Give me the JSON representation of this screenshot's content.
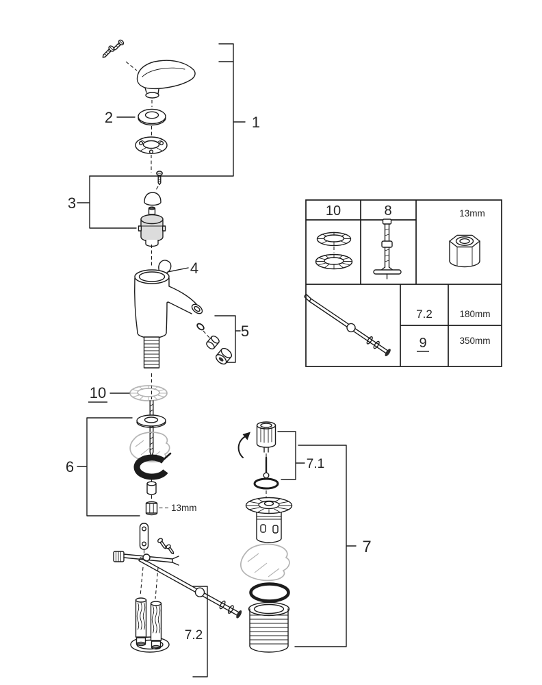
{
  "page": {
    "background": "#ffffff",
    "line_color": "#1c1c1c",
    "ghost_color": "#b4b4b4"
  },
  "callouts": {
    "n1": "1",
    "n2": "2",
    "n3": "3",
    "n4": "4",
    "n5": "5",
    "n6": "6",
    "n7": "7",
    "n7_1": "7.1",
    "n7_2": "7.2",
    "n10": "10",
    "nut_size": "13mm"
  },
  "info_box": {
    "header_10": "10",
    "header_8": "8",
    "header_13mm": "13mm",
    "row1_label": "7.2",
    "row1_value": "180mm",
    "row2_label": "9",
    "row2_value": "350mm"
  }
}
